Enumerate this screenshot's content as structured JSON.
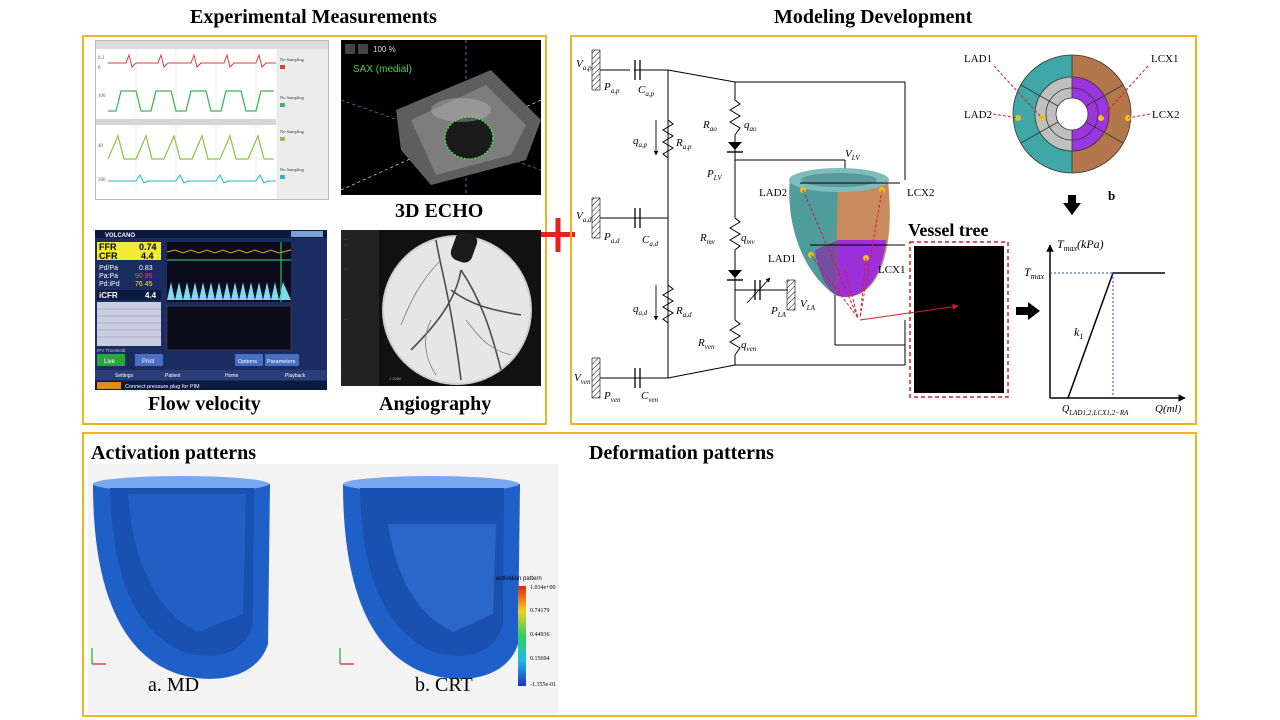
{
  "sections": {
    "experimental": "Experimental Measurements",
    "modeling": "Modeling Development",
    "activation": "Activation patterns",
    "deformation": "Deformation patterns"
  },
  "experimental": {
    "flow_velocity": "Flow velocity",
    "echo": "3D ECHO",
    "angiography": "Angiography",
    "echo_screen": {
      "zoom": "100 %",
      "view": "SAX (medial)"
    },
    "monitor": {
      "brand": "VOLCANO",
      "rows": [
        {
          "label": "FFR",
          "value": "0.74"
        },
        {
          "label": "CFR",
          "value": "4.4"
        },
        {
          "label": "Pd/Pa",
          "value": "0.83"
        },
        {
          "label": "Pa:Pa",
          "value": "90 95"
        },
        {
          "label": "Pd:iPd",
          "value": "76 45"
        },
        {
          "label": "iCFR",
          "value": "4.4"
        }
      ],
      "buttons": [
        "Live",
        "Print",
        "Options",
        "Parameters",
        "Settings",
        "Patient",
        "Home",
        "Playback"
      ],
      "status": "Connect pressure plug for PIM",
      "threshold": "IPV Threshold"
    },
    "ecg_channels": [
      "No Sampling",
      "No Sampling",
      "No Sampling",
      "No Sampling"
    ]
  },
  "modeling": {
    "circuit_labels": {
      "Vap": "V_{a,p}",
      "Pap": "P_{a,p}",
      "Cap": "C_{a,p}",
      "qap": "q_{a,p}",
      "Rap": "R_{a,p}",
      "Vad": "V_{a,d}",
      "Pad": "P_{a,d}",
      "Cad": "C_{a,d}",
      "qad": "q_{a,d}",
      "Rad": "R_{a,d}",
      "Vven": "V_{ven}",
      "Pven": "P_{ven}",
      "Cven": "C_{ven}",
      "Rao": "R_{ao}",
      "qao": "q_{ao}",
      "PLV": "P_{LV}",
      "VLV": "V_{LV}",
      "Rmv": "R_{mv}",
      "qmv": "q_{mv}",
      "PLA": "P_{LA}",
      "VLA": "V_{LA}",
      "Rven": "R_{ven}",
      "qven": "q_{ven}"
    },
    "heart_labels": {
      "lad2": "LAD2",
      "lcx2": "LCX2",
      "lad1": "LAD1",
      "lcx1": "LCX1"
    },
    "bullseye_labels": {
      "lad1": "LAD1",
      "lad2": "LAD2",
      "lcx1": "LCX1",
      "lcx2": "LCX2",
      "tag": "b"
    },
    "vessel_tree": "Vessel tree",
    "tension_plot": {
      "ylabel": "T_{max}(kPa)",
      "ytick": "T_{max}",
      "slope": "k_1",
      "xtick": "Q_{LAD1,2;LCX1,2−RA}",
      "xlabel": "Q(ml)"
    }
  },
  "activation": {
    "md_label": "a. MD",
    "crt_label": "b. CRT",
    "colorbar": {
      "title": "activation pattern",
      "ticks": [
        "1.034e+00",
        "0.74179",
        "0.44936",
        "0.15694",
        "-1.355e-01"
      ]
    }
  },
  "colors": {
    "panel_border": "#f0b323",
    "plus": "#e0231c",
    "mesh_blue": "#1f5fc8",
    "dashed_red": "#d0202a"
  }
}
